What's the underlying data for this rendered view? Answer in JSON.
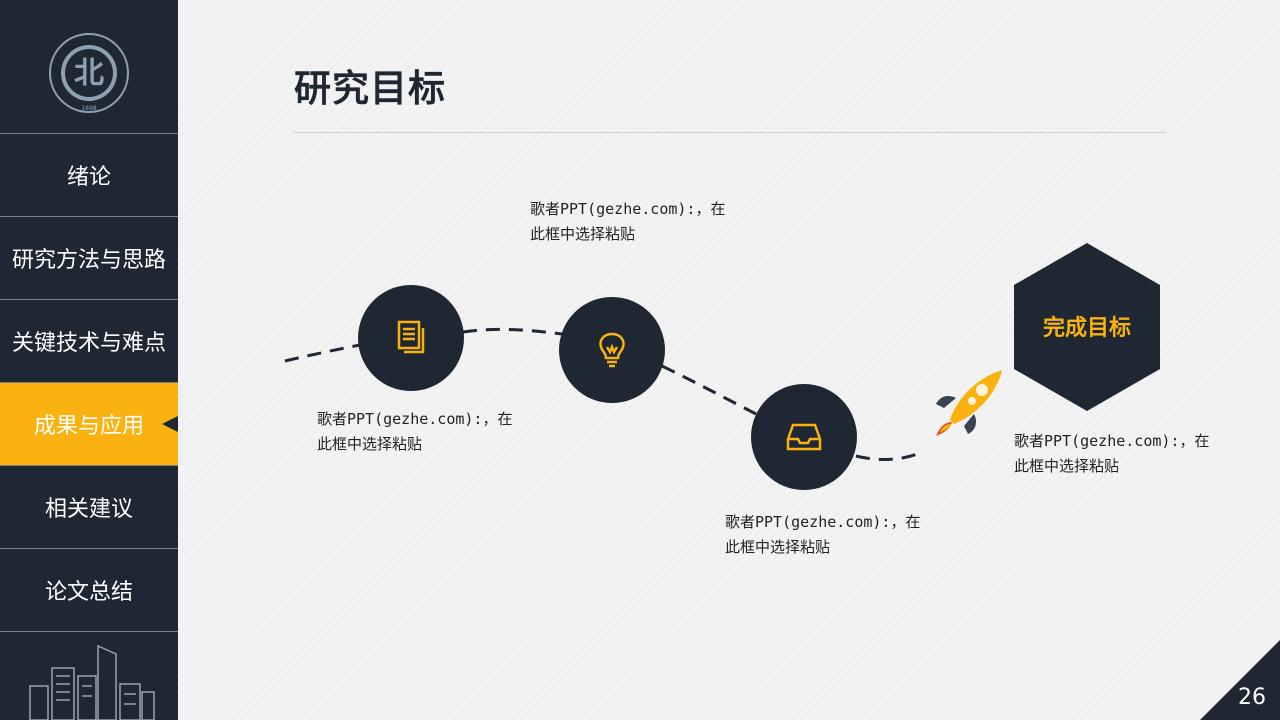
{
  "logo": {
    "alt": "PEKING UNIVERSITY",
    "year": "1898"
  },
  "sidebar": {
    "items": [
      {
        "label": "绪论"
      },
      {
        "label": "研究方法与思路"
      },
      {
        "label": "关键技术与难点"
      },
      {
        "label": "成果与应用",
        "active": true
      },
      {
        "label": "相关建议"
      },
      {
        "label": "论文总结"
      }
    ]
  },
  "main": {
    "title": "研究目标",
    "steps": [
      {
        "icon": "document-icon",
        "caption_line1": "歌者PPT(gezhe.com):，在",
        "caption_line2": "此框中选择粘贴"
      },
      {
        "icon": "lightbulb-icon",
        "caption_line1": "歌者PPT(gezhe.com):，在",
        "caption_line2": "此框中选择粘贴"
      },
      {
        "icon": "inbox-tray-icon",
        "caption_line1": "歌者PPT(gezhe.com):，在",
        "caption_line2": "此框中选择粘贴"
      }
    ],
    "goal": {
      "label": "完成目标",
      "caption_line1": "歌者PPT(gezhe.com):，在",
      "caption_line2": "此框中选择粘贴"
    }
  },
  "page_number": "26",
  "colors": {
    "accent": "#f9b20f",
    "dark": "#1f2733"
  }
}
